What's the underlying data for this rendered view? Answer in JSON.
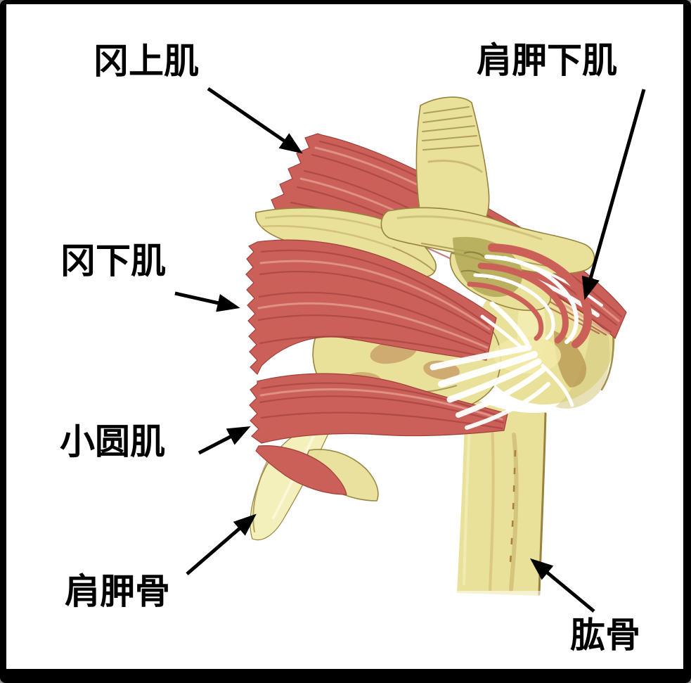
{
  "figure": {
    "labels": {
      "supraspinatus": "冈上肌",
      "subscapularis": "肩胛下肌",
      "infraspinatus": "冈下肌",
      "teres_minor": "小圆肌",
      "scapula": "肩胛骨",
      "humerus": "肱骨"
    }
  },
  "colors": {
    "background": "#ffffff",
    "border": "#000000",
    "ink": "#000000",
    "muscle": "#cb6058",
    "muscle_dark": "#a13f3b",
    "muscle_light": "#e59d92",
    "bone": "#e9e09a",
    "bone_light": "#f4f0bc",
    "bone_shade": "#cdbb72",
    "bone_edge": "#97833d",
    "tendon": "#ffffff"
  }
}
